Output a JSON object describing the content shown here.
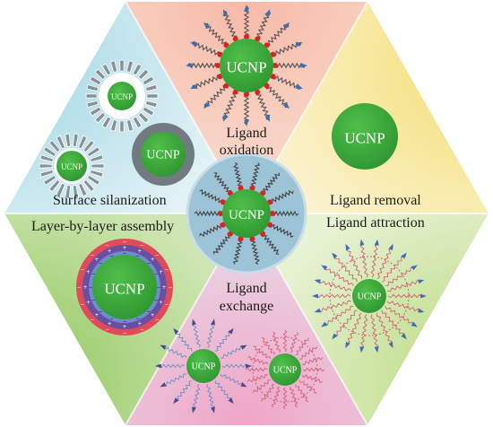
{
  "labels": {
    "ligand_oxidation": [
      "Ligand",
      "oxidation"
    ],
    "ligand_removal": "Ligand removal",
    "ligand_attraction": "Ligand attraction",
    "ligand_exchange": [
      "Ligand",
      "exchange"
    ],
    "layer_by_layer": "Layer-by-layer assembly",
    "surface_silanization": "Surface silanization"
  },
  "particle_text": "UCNP",
  "colors": {
    "core": "#3aa73a",
    "core_dark": "#2d8f2d",
    "top_sector": "#f6c4b4",
    "upper_right_sector": "#f6e9a3",
    "lower_right_sector": "#cfe6a0",
    "bottom_sector": "#f3bfd6",
    "lower_left_sector": "#a8d47a",
    "upper_left_sector": "#b7e0e8",
    "center_disc": "#a9c9d8",
    "ligand_head": "#e02020",
    "arrow_blue": "#3a6fb8",
    "pink_outline": "#d0607a",
    "lbl_red": "#c0304a",
    "lbl_purple": "#6a4fa0",
    "lbl_blue": "#3050a0"
  }
}
